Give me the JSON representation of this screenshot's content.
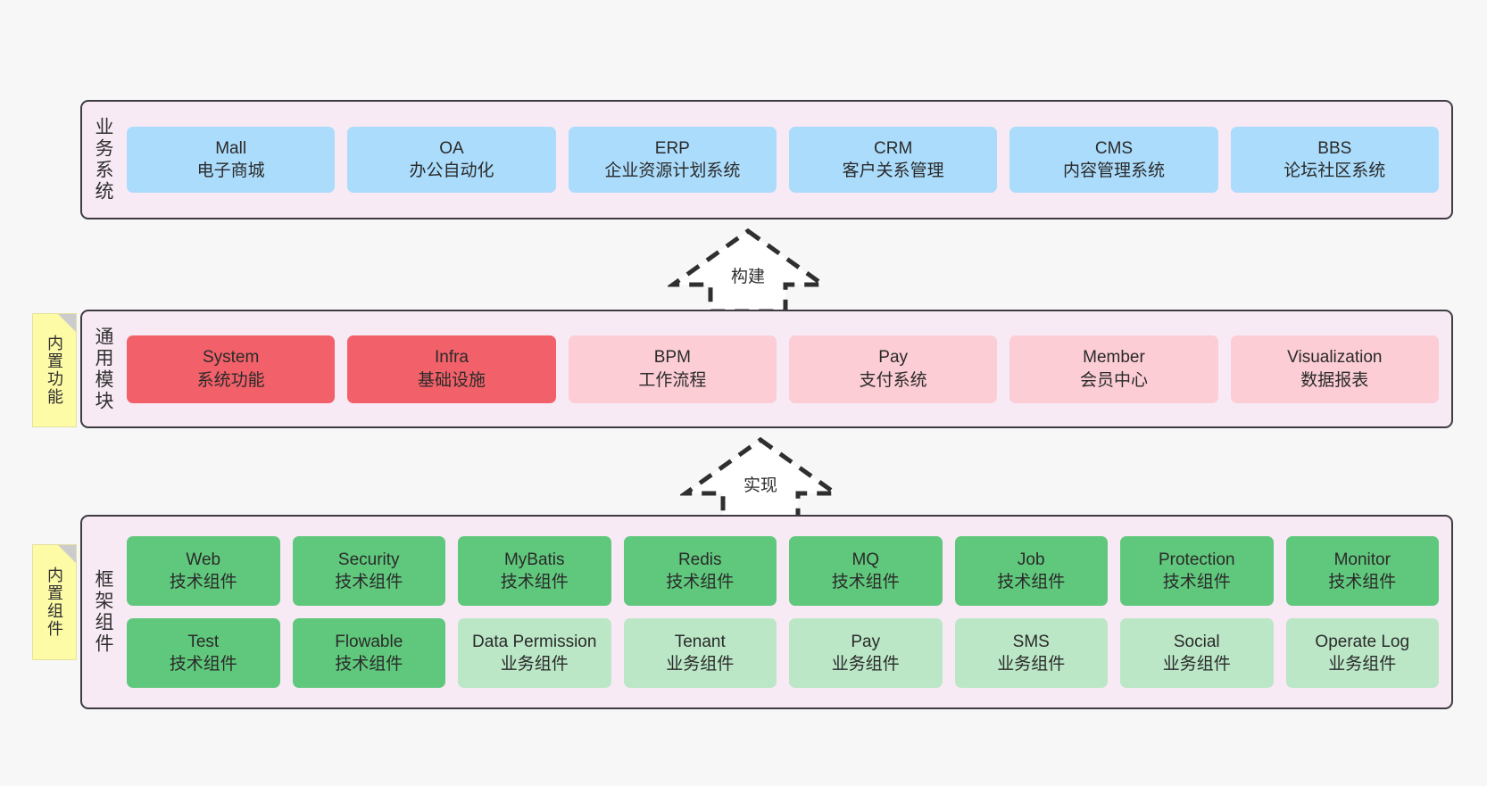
{
  "diagram": {
    "background_color": "#f7f7f7",
    "layer_border_color": "#3f3b42",
    "layer_fill_color": "#f8eaf4",
    "sticky_color": "#fdfba6"
  },
  "layers": [
    {
      "id": "business",
      "title": "业务系统",
      "rows": [
        [
          {
            "en": "Mall",
            "cn": "电子商城",
            "color": "#abdcfb",
            "style": "c-blue"
          },
          {
            "en": "OA",
            "cn": "办公自动化",
            "color": "#abdcfb",
            "style": "c-blue"
          },
          {
            "en": "ERP",
            "cn": "企业资源计划系统",
            "color": "#abdcfb",
            "style": "c-blue"
          },
          {
            "en": "CRM",
            "cn": "客户关系管理",
            "color": "#abdcfb",
            "style": "c-blue"
          },
          {
            "en": "CMS",
            "cn": "内容管理系统",
            "color": "#abdcfb",
            "style": "c-blue"
          },
          {
            "en": "BBS",
            "cn": "论坛社区系统",
            "color": "#abdcfb",
            "style": "c-blue"
          }
        ]
      ]
    },
    {
      "id": "common",
      "title": "通用模块",
      "rows": [
        [
          {
            "en": "System",
            "cn": "系统功能",
            "color": "#f26169",
            "style": "c-red"
          },
          {
            "en": "Infra",
            "cn": "基础设施",
            "color": "#f26169",
            "style": "c-red"
          },
          {
            "en": "BPM",
            "cn": "工作流程",
            "color": "#fccdd5",
            "style": "c-pink"
          },
          {
            "en": "Pay",
            "cn": "支付系统",
            "color": "#fccdd5",
            "style": "c-pink"
          },
          {
            "en": "Member",
            "cn": "会员中心",
            "color": "#fccdd5",
            "style": "c-pink"
          },
          {
            "en": "Visualization",
            "cn": "数据报表",
            "color": "#fccdd5",
            "style": "c-pink"
          }
        ]
      ]
    },
    {
      "id": "framework",
      "title": "框架组件",
      "rows": [
        [
          {
            "en": "Web",
            "cn": "技术组件",
            "color": "#60c87c",
            "style": "c-green"
          },
          {
            "en": "Security",
            "cn": "技术组件",
            "color": "#60c87c",
            "style": "c-green"
          },
          {
            "en": "MyBatis",
            "cn": "技术组件",
            "color": "#60c87c",
            "style": "c-green"
          },
          {
            "en": "Redis",
            "cn": "技术组件",
            "color": "#60c87c",
            "style": "c-green"
          },
          {
            "en": "MQ",
            "cn": "技术组件",
            "color": "#60c87c",
            "style": "c-green"
          },
          {
            "en": "Job",
            "cn": "技术组件",
            "color": "#60c87c",
            "style": "c-green"
          },
          {
            "en": "Protection",
            "cn": "技术组件",
            "color": "#60c87c",
            "style": "c-green"
          },
          {
            "en": "Monitor",
            "cn": "技术组件",
            "color": "#60c87c",
            "style": "c-green"
          }
        ],
        [
          {
            "en": "Test",
            "cn": "技术组件",
            "color": "#60c87c",
            "style": "c-green"
          },
          {
            "en": "Flowable",
            "cn": "技术组件",
            "color": "#60c87c",
            "style": "c-green"
          },
          {
            "en": "Data Permission",
            "cn": "业务组件",
            "color": "#bbe7c7",
            "style": "c-greenlight"
          },
          {
            "en": "Tenant",
            "cn": "业务组件",
            "color": "#bbe7c7",
            "style": "c-greenlight"
          },
          {
            "en": "Pay",
            "cn": "业务组件",
            "color": "#bbe7c7",
            "style": "c-greenlight"
          },
          {
            "en": "SMS",
            "cn": "业务组件",
            "color": "#bbe7c7",
            "style": "c-greenlight"
          },
          {
            "en": "Social",
            "cn": "业务组件",
            "color": "#bbe7c7",
            "style": "c-greenlight"
          },
          {
            "en": "Operate Log",
            "cn": "业务组件",
            "color": "#bbe7c7",
            "style": "c-greenlight"
          }
        ]
      ]
    }
  ],
  "stickies": [
    {
      "id": "common",
      "label": "内置功能"
    },
    {
      "id": "framework",
      "label": "内置组件"
    }
  ],
  "arrows": [
    {
      "id": "build",
      "label": "构建",
      "direction": "up",
      "style": "dashed-outline"
    },
    {
      "id": "impl",
      "label": "实现",
      "direction": "up",
      "style": "dashed-outline"
    }
  ]
}
